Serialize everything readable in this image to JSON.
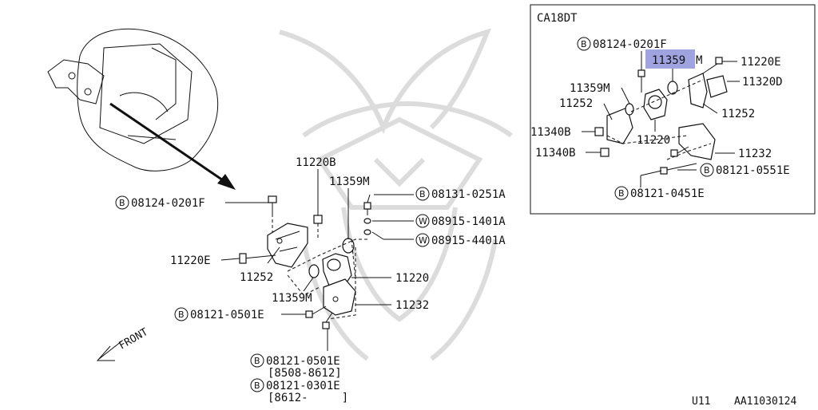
{
  "inset": {
    "title": "CA18DT",
    "labels": {
      "b_08124_0201F": "08124-0201F",
      "hl_11359M_num": "11359",
      "hl_11359M_suffix": "M",
      "e11220E": "11220E",
      "e11320D": "11320D",
      "e11359M": "11359M",
      "e11252_left": "11252",
      "e11252_right": "11252",
      "e11340B_top": "11340B",
      "e11340B_bot": "11340B",
      "e11220": "11220",
      "e11232": "11232",
      "b_08121_0551E": "08121-0551E",
      "b_08121_0451E": "08121-0451E"
    },
    "highlight_color": "#9fa3e0"
  },
  "main": {
    "labels": {
      "e11220B": "11220B",
      "e11359M_top": "11359M",
      "b_08131_0251A": "08131-0251A",
      "w_08915_1401A": "08915-1401A",
      "w_08915_4401A": "08915-4401A",
      "b_08124_0201F": "08124-0201F",
      "e11220E": "11220E",
      "e11252": "11252",
      "e11220": "11220",
      "e11359M_bot": "11359M",
      "e11232": "11232",
      "b_08121_0501E_a": "08121-0501E",
      "b_08121_0501E_b": "08121-0501E",
      "range_1": "[8508-8612]",
      "b_08121_0301E": "08121-0301E",
      "range_2": "[8612-     ]",
      "front": "FRONT"
    }
  },
  "badges": {
    "B": "B",
    "W": "W"
  },
  "footer": {
    "section": "U11",
    "code": "AA11030124"
  }
}
